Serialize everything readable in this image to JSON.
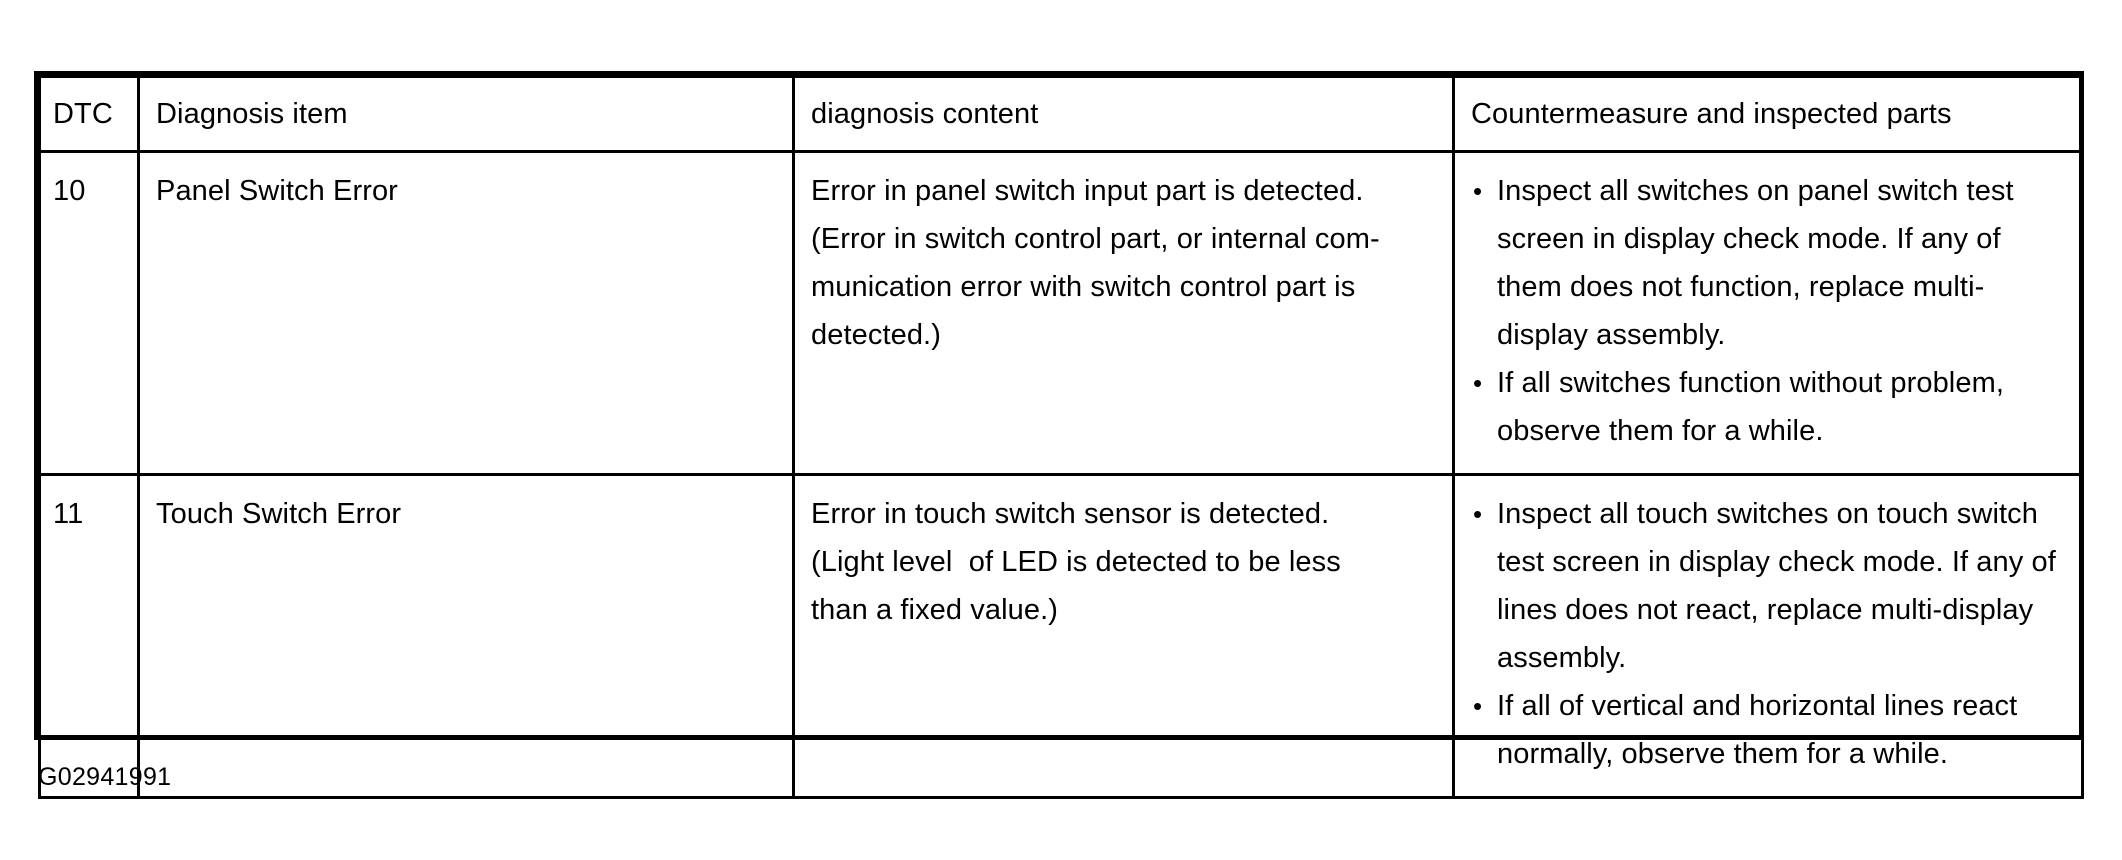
{
  "document": {
    "caption": "G02941991"
  },
  "table": {
    "headers": {
      "dtc": "DTC",
      "diagnosis_item": "Diagnosis item",
      "diagnosis_content": "diagnosis content",
      "countermeasure": "Countermeasure and inspected parts"
    },
    "rows": [
      {
        "dtc": "10",
        "diagnosis_item": "Panel Switch Error",
        "diagnosis_content": "Error in panel switch input part is detected.\n(Error in switch control part, or internal com-\nmunication error with switch control part is\ndetected.)",
        "countermeasure_bullets": [
          "Inspect all switches on panel switch test screen in display check mode. If any of them does not function, replace multi-display assembly.",
          "If all switches function without problem, observe them for a while."
        ]
      },
      {
        "dtc": "11",
        "diagnosis_item": "Touch Switch Error",
        "diagnosis_content": "Error in touch switch sensor is detected.\n(Light level  of LED is detected to be less\nthan a fixed value.)",
        "countermeasure_bullets": [
          "Inspect all touch switches on touch switch test screen in display check mode. If any of lines does not react, replace multi-display assembly.",
          "If all of vertical and horizontal lines react normally, observe them for a while."
        ]
      }
    ]
  },
  "colors": {
    "border": "#000000",
    "text": "#000000",
    "background": "#ffffff"
  }
}
